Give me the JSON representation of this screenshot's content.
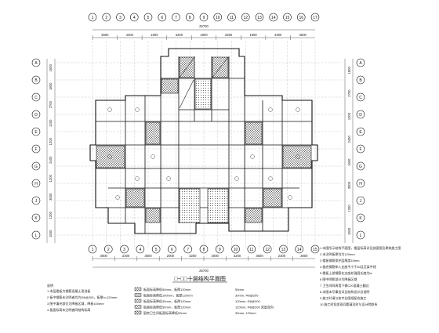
{
  "drawing": {
    "title": "□~□□十层结构平面图",
    "overall_dim": "26700",
    "top_dims": [
      "3600",
      "4300",
      "1900",
      "3200",
      "1900",
      "3250",
      "1950",
      "4300",
      "3600"
    ],
    "bottom_dims": [
      "3600",
      "2300",
      "3600",
      "2000",
      "3200",
      "2000",
      "3200",
      "3600",
      "2300",
      "3600"
    ],
    "left_dims": [
      "1500",
      "1800",
      "2700",
      "1200",
      "1200",
      "2400",
      "1200",
      "3000",
      "1200",
      "1500"
    ],
    "right_dims": [
      "1800",
      "2700",
      "1200",
      "2400",
      "1500",
      "3000",
      "1200",
      "1500"
    ],
    "top_bubbles": [
      "1",
      "2",
      "3",
      "4",
      "5",
      "6",
      "7",
      "8",
      "9",
      "10",
      "11",
      "12",
      "13",
      "14",
      "15",
      "16",
      "17"
    ],
    "bottom_bubbles": [
      "1",
      "2",
      "3",
      "4",
      "5",
      "6",
      "7",
      "8",
      "9",
      "10",
      "11",
      "12",
      "13",
      "14",
      "15"
    ],
    "row_bubbles": [
      "A",
      "B",
      "C",
      "D",
      "E",
      "F",
      "G",
      "H",
      "J",
      "K",
      "L"
    ]
  },
  "legend": {
    "heading": "说明",
    "left_items": [
      "1 本层楼板为钢筋混凝土现浇板",
      "2 板中钢筋未注明者均为Φ8@200，板厚h=120mm",
      "3 图中填充部位为降板区域，降板100mm",
      "4 板面标高未注明者同结构标高"
    ],
    "mid_items": [
      "板面标高降低50mm，板厚120mm",
      "板面标高降低100mm，板厚120mm",
      "板面标高降低30mm，板厚120mm",
      "板面标高降低50mm，板厚120mm",
      "厨房卫生间板面标高降低50mm"
    ],
    "right_items": [
      "50mm",
      "30mm, Φ8@200",
      "120mm, Φ8@200",
      "120mm, Φ8@200 双层双向",
      "30mm, 120mm"
    ]
  },
  "notes": {
    "items": [
      "1 本图所示结构平面图，楼层标高详见剖面图及建筑施工图",
      "2 未注明板厚均为120mm",
      "3 楼板钢筋保护层厚度15mm",
      "4 板底钢筋伸入支座不小于5d且至梁中线",
      "5 楼板上部钢筋在支座处锚固长度为la",
      "6 图中阴影部分为降板区域",
      "7 卫生间四周墙下做C20混凝土翻边",
      "8 本图未尽事宜详见结构设计总说明",
      "9 施工时请与各专业图纸配合施工",
      "10 施工时如发现问题请及时与设计院联系"
    ]
  }
}
